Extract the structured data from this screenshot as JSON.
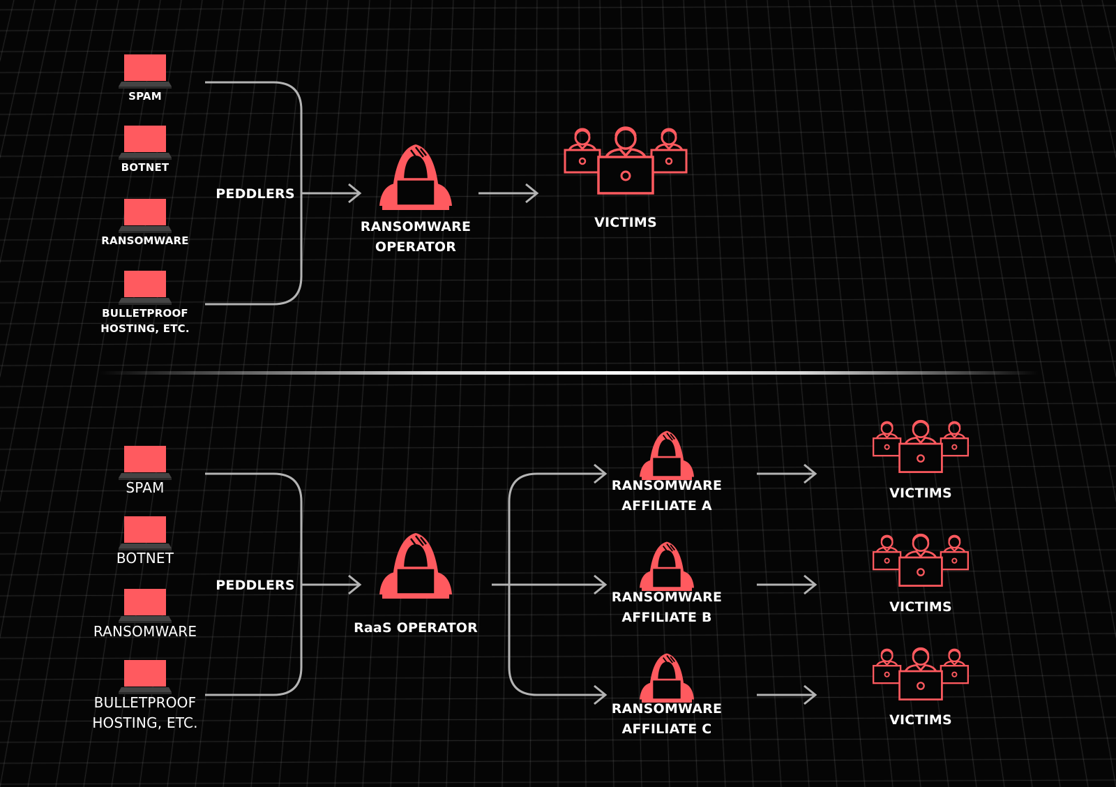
{
  "colors": {
    "accent": "#ff5a5f",
    "line": "#b4b4b4",
    "text": "#ffffff",
    "background": "#000000"
  },
  "icons": {
    "service": "laptop-icon",
    "operator": "hooded-hacker-icon",
    "victims": "victims-group-icon"
  },
  "top": {
    "services": [
      "SPAM",
      "BOTNET",
      "RANSOMWARE",
      "BULLETPROOF\nHOSTING, ETC."
    ],
    "peddlers": "PEDDLERS",
    "operator": "RANSOMWARE\nOPERATOR",
    "victims": "VICTIMS"
  },
  "bottom": {
    "services": [
      "SPAM",
      "BOTNET",
      "RANSOMWARE",
      "BULLETPROOF\nHOSTING, ETC."
    ],
    "peddlers": "PEDDLERS",
    "operator": "RaaS OPERATOR",
    "affiliates": [
      "RANSOMWARE\nAFFILIATE A",
      "RANSOMWARE\nAFFILIATE B",
      "RANSOMWARE\nAFFILIATE C"
    ],
    "victims": [
      "VICTIMS",
      "VICTIMS",
      "VICTIMS"
    ]
  }
}
